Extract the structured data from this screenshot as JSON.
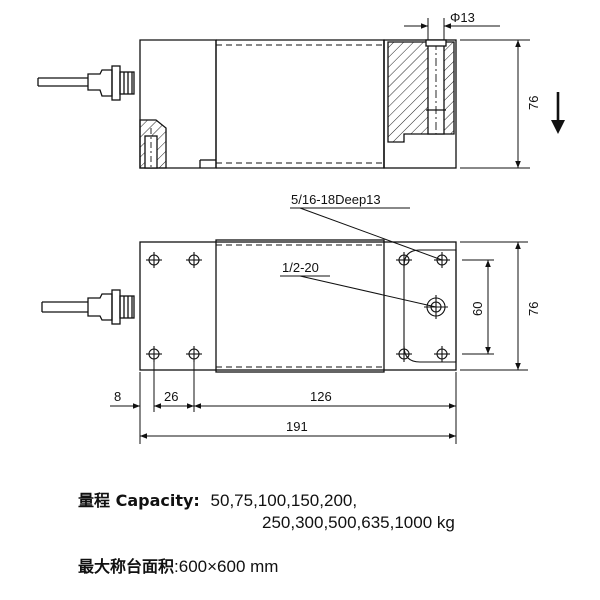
{
  "dimensions": {
    "hole_diameter": "Φ13",
    "side_height": "76",
    "thread_top": "5/16-18Deep13",
    "thread_center": "1/2-20",
    "hole_spacing": "60",
    "plan_height": "76",
    "dim_8": "8",
    "dim_26": "26",
    "dim_126": "126",
    "dim_191": "191"
  },
  "specs": {
    "capacity_label": "量程 Capacity:",
    "capacity_line1": "50,75,100,150,200,",
    "capacity_line2": "250,300,500,635,1000 kg",
    "platform_label": "最大称台面积",
    "platform_value": ":600×600 mm"
  }
}
